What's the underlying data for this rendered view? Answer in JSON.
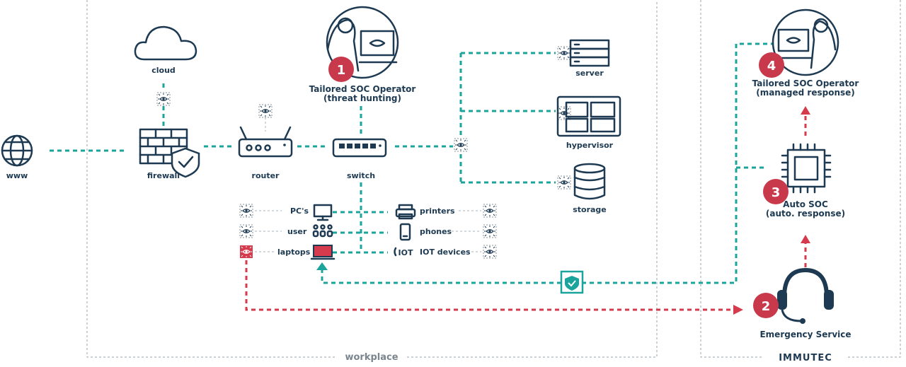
{
  "zones": {
    "workplace": "workplace",
    "brand": "IMMUTEC"
  },
  "nodes": {
    "www": "www",
    "cloud": "cloud",
    "firewall": "firewall",
    "router": "router",
    "switch": "switch",
    "server": "server",
    "hypervisor": "hypervisor",
    "storage": "storage",
    "pcs": "PC's",
    "user": "user",
    "laptops": "laptops",
    "printers": "printers",
    "phones": "phones",
    "iot": "IOT devices",
    "emergency": "Emergency Service"
  },
  "soc": {
    "op1_line1": "Tailored SOC Operator",
    "op1_line2": "(threat hunting)",
    "op4_line1": "Tailored SOC Operator",
    "op4_line2": "(managed response)",
    "auto_line1": "Auto SOC",
    "auto_line2": "(auto. response)"
  },
  "badges": {
    "b1": "1",
    "b2": "2",
    "b3": "3",
    "b4": "4"
  },
  "iot_glyph": "IOT",
  "colors": {
    "teal": "#1aa49b",
    "red": "#d53a4d",
    "navy": "#1d3a52",
    "badge": "#c83a4b"
  }
}
